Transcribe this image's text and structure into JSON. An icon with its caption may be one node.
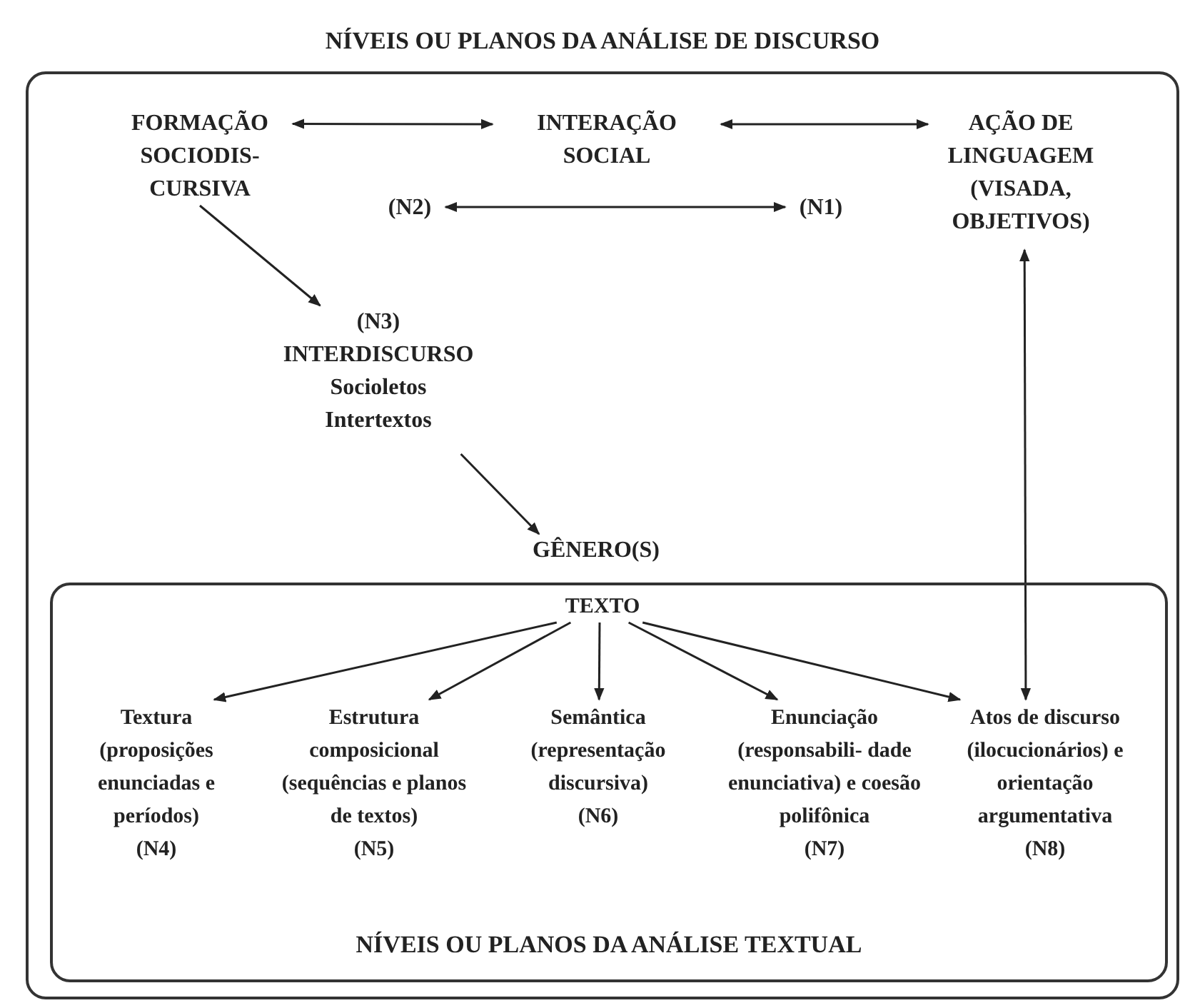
{
  "diagram": {
    "nodes": [
      {
        "text": [
          "NÍVEIS OU PLANOS DA ANÁLISE DE DISCURSO"
        ]
      },
      {
        "text": [
          "FORMAÇÃO SOCIODIS- CURSIVA"
        ],
        "in": 0
      },
      {
        "text": [
          "INTERAÇÃO SOCIAL"
        ],
        "in": 0
      },
      {
        "text": [
          "AÇÃO DE LINGUAGEM (VISADA, OBJETIVOS)"
        ],
        "in": 0
      },
      {
        "text": [
          "(N2)"
        ],
        "in": 0
      },
      {
        "text": [
          "(N1)"
        ],
        "in": 0
      },
      {
        "text": [
          "(N3)",
          "INTERDISCURSO",
          "Socioletos",
          "Intertextos"
        ],
        "in": 0
      },
      {
        "text": [
          "GÊNERO(S)"
        ],
        "in": 0
      },
      {
        "text": [
          "NÍVEIS OU PLANOS DA ANÁLISE TEXTUAL"
        ],
        "in": 0
      },
      {
        "text": [
          "TEXTO"
        ],
        "in": 8
      },
      {
        "text": [
          "Textura (proposições enunciadas e períodos)",
          "(N4)"
        ],
        "in": 8
      },
      {
        "text": [
          "Estrutura composicional (sequências e planos de textos)",
          "(N5)"
        ],
        "in": 8
      },
      {
        "text": [
          "Semântica (representação discursiva)",
          "(N6)"
        ],
        "in": 8
      },
      {
        "text": [
          "Enunciação (responsabili- dade enunciativa) e coesão polifônica",
          "(N7)"
        ],
        "in": 8
      },
      {
        "text": [
          "Atos de discurso (ilocucionários) e orientação argumentativa",
          "(N8)"
        ],
        "in": 8
      }
    ],
    "edges": [
      {
        "from": 1,
        "to": 2,
        "arrow": "both"
      },
      {
        "from": 2,
        "to": 3,
        "arrow": "both"
      },
      {
        "from": 4,
        "to": 5,
        "arrow": "both"
      },
      {
        "from": 1,
        "to": 6,
        "arrow": "to"
      },
      {
        "from": 6,
        "to": 7,
        "arrow": "to"
      },
      {
        "from": 9,
        "to": 10,
        "arrow": "to"
      },
      {
        "from": 9,
        "to": 11,
        "arrow": "to"
      },
      {
        "from": 9,
        "to": 12,
        "arrow": "to"
      },
      {
        "from": 9,
        "to": 13,
        "arrow": "to"
      },
      {
        "from": 9,
        "to": 14,
        "arrow": "to"
      },
      {
        "from": 3,
        "to": 14,
        "arrow": "both"
      }
    ]
  }
}
